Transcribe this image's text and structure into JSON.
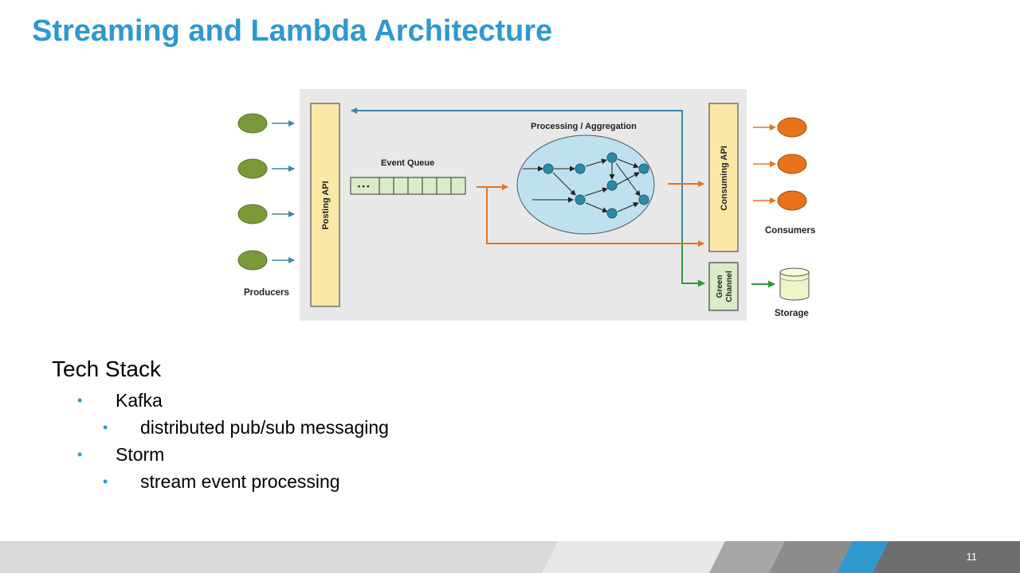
{
  "slide": {
    "title": "Streaming and Lambda Architecture",
    "page_number": "11"
  },
  "diagram": {
    "producers_label": "Producers",
    "posting_api_label": "Posting API",
    "event_queue_label": "Event Queue",
    "queue_ellipsis": "• • •",
    "processing_label": "Processing / Aggregation",
    "consuming_api_label": "Consuming API",
    "green_channel_label_line1": "Green",
    "green_channel_label_line2": "Channel",
    "consumers_label": "Consumers",
    "storage_label": "Storage",
    "colors": {
      "producer": "#7a9a3a",
      "consumer": "#e8731a",
      "api_box": "#fbe8a6",
      "queue_cell": "#d9ecc7",
      "processing": "#bfe0ee",
      "node": "#2a8aa8",
      "feedback_arrow": "#3b86a8",
      "orange_arrow": "#e8731a",
      "green_arrow": "#2a9a3a",
      "panel": "#e8e8e8"
    }
  },
  "tech_stack": {
    "heading": "Tech Stack",
    "items": [
      {
        "label": "Kafka",
        "detail": "distributed pub/sub messaging"
      },
      {
        "label": "Storm",
        "detail": "stream event processing"
      }
    ]
  }
}
